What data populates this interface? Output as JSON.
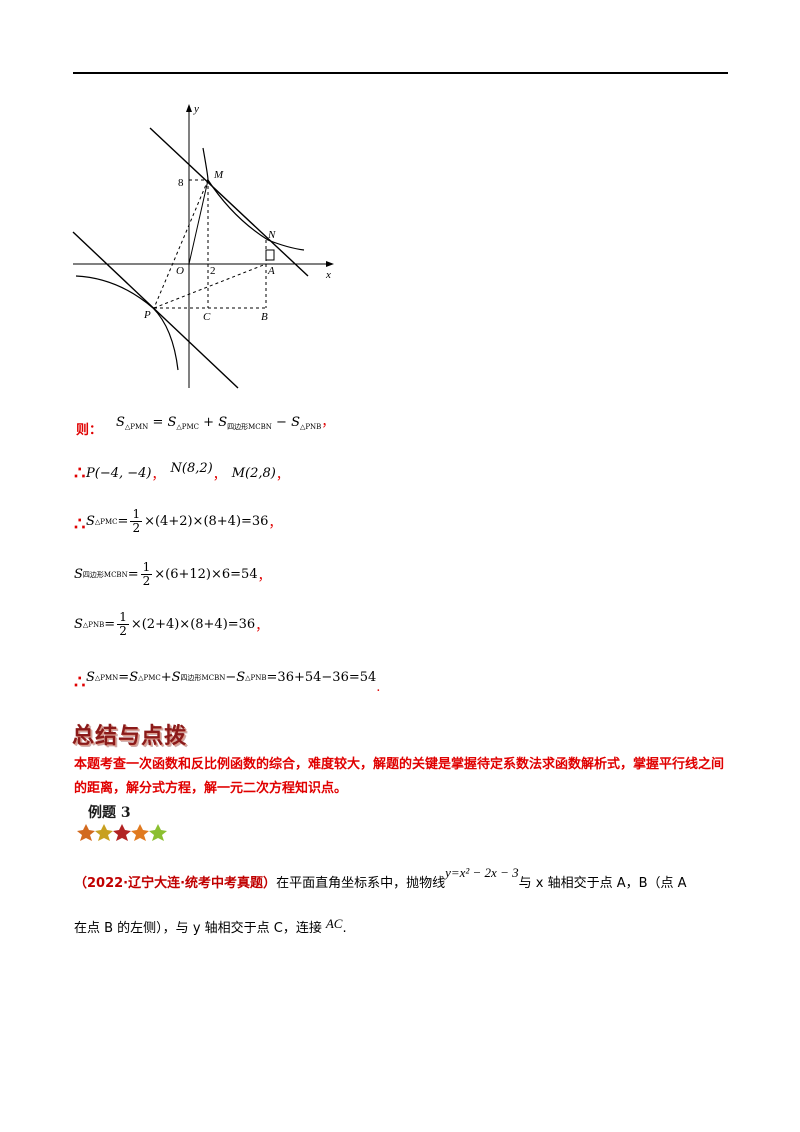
{
  "figure": {
    "y_axis": "y",
    "x_axis": "x",
    "origin": "O",
    "tick_8": "8",
    "tick_2": "2",
    "points": {
      "M": "M",
      "N": "N",
      "A": "A",
      "P": "P",
      "C": "C",
      "B": "B"
    }
  },
  "solution": {
    "intro": "则：",
    "area_formula": {
      "s1": "S",
      "t1": "△PMN",
      "eq": " = ",
      "s2": "S",
      "t2": "△PMC",
      "plus": " + ",
      "s3": "S",
      "t3": "四边形MCBN",
      "minus": " − ",
      "s4": "S",
      "t4": "△PNB",
      "end": "，"
    },
    "points_line": {
      "p": "P(−4, −4)",
      "sep1": "，",
      "n": "N(8,2)",
      "sep2": "，",
      "m": "M(2,8)",
      "end": "，"
    },
    "pmc": {
      "s": "S",
      "t": "△PMC",
      "eq": " = ",
      "num": "1",
      "den": "2",
      "rest": "×(4+2)×(8+4)=36",
      "end": "，"
    },
    "quad": {
      "s": "S",
      "t": "四边形MCBN",
      "eq": " = ",
      "num": "1",
      "den": "2",
      "rest": "×(6+12)×6=54",
      "end": "，"
    },
    "pnb": {
      "s": "S",
      "t": "△PNB",
      "eq": " = ",
      "num": "1",
      "den": "2",
      "rest": "×(2+4)×(8+4)=36",
      "end": "，"
    },
    "final": {
      "s1": "S",
      "t1": "△PMN",
      "eq": " = ",
      "s2": "S",
      "t2": "△PMC",
      "plus": " + ",
      "s3": "S",
      "t3": "四边形MCBN",
      "minus": " − ",
      "s4": "S",
      "t4": "△PNB",
      "rest": " =36+54−36=54",
      "end": "."
    },
    "therefore": "∴"
  },
  "summary_title": "总结与点拨",
  "summary_text": "本题考查一次函数和反比例函数的综合，难度较大，解题的关键是掌握待定系数法求函数解析式，掌握平行线之间的距离，解分式方程，解一元二次方程知识点。",
  "example_title": "例题 3",
  "problem": {
    "source": "（2022·辽宁大连·统考中考真题）",
    "text1": "在平面直角坐标系中，抛物线",
    "equation": "y=x² − 2x − 3",
    "text2": "与 x 轴相交于点 A，B（点 A",
    "text3": "在点 B 的左侧），与 y 轴相交于点 C，连接",
    "ac": "AC",
    "text4": "."
  }
}
